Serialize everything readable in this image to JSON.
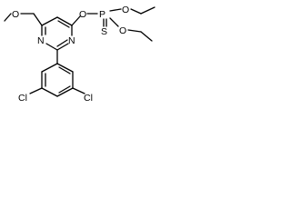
{
  "molecule": {
    "atoms": {
      "o_methoxy": "O",
      "o_ester": "O",
      "p": "P",
      "s": "S",
      "o_ethoxy_1": "O",
      "o_ethoxy_2": "O",
      "n_1": "N",
      "n_2": "N",
      "cl_1": "Cl",
      "cl_2": "Cl"
    }
  }
}
